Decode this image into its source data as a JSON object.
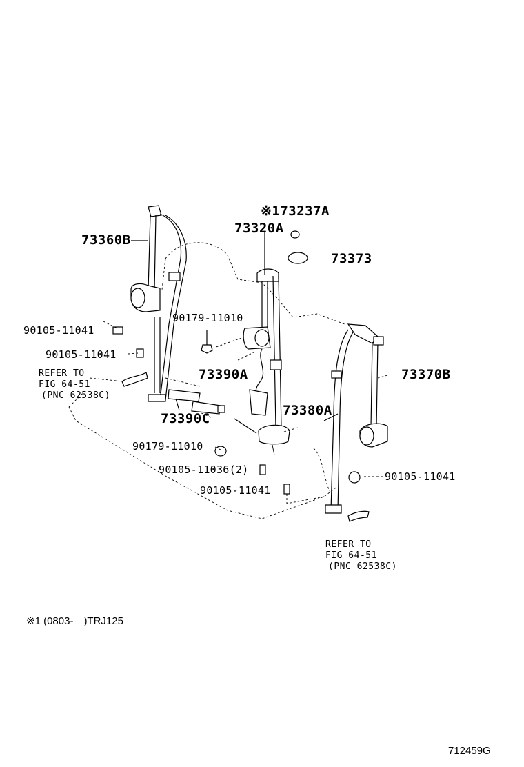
{
  "diagram": {
    "labels": {
      "p73237a": "※173237A",
      "p73320a": "73320A",
      "p73373": "73373",
      "p73360b": "73360B",
      "p90179_a": "90179-11010",
      "p90105_a": "90105-11041",
      "p90105_b": "90105-11041",
      "p73390a": "73390A",
      "p73370b": "73370B",
      "p73390c": "73390C",
      "p73380a": "73380A",
      "p90179_b": "90179-11010",
      "p90105_36": "90105-11036(2)",
      "p90105_c": "90105-11041",
      "p90105_d": "90105-11041"
    },
    "refs": {
      "left": [
        "REFER TO",
        "FIG 64-51",
        "(PNC 62538C)"
      ],
      "right": [
        "REFER TO",
        "FIG 64-51",
        "(PNC 62538C)"
      ]
    },
    "footnote": "※1 (0803-　)TRJ125",
    "figure_code": "712459G"
  }
}
